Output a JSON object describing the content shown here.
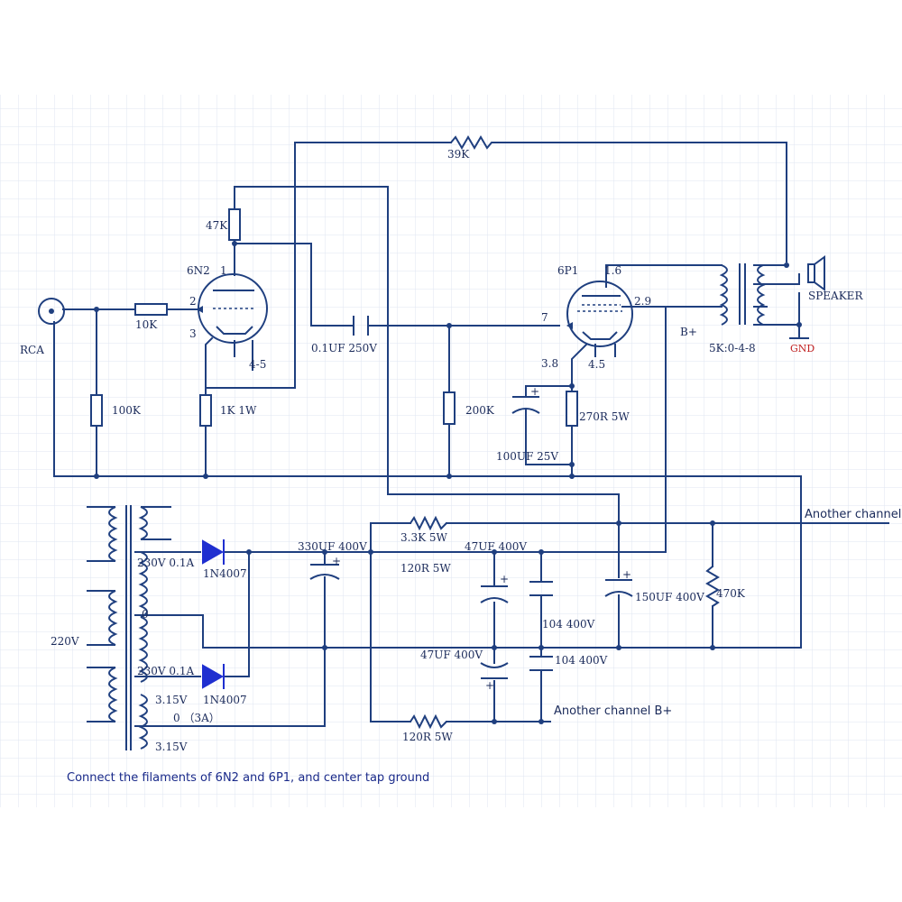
{
  "labels": {
    "r_39k": "39K",
    "r_47k": "47K",
    "tube_6n2": "6N2",
    "pin_1": "1",
    "pin_2": "2",
    "pin_3": "3",
    "pin_45_left": "4-5",
    "rca": "RCA",
    "r_10k": "10K",
    "r_100k": "100K",
    "r_1k": "1K 1W",
    "c_coupling": "0.1UF 250V",
    "r_200k": "200K",
    "tube_6p1": "6P1",
    "pin_16": "1.6",
    "pin_29": "2.9",
    "pin_7": "7",
    "pin_38": "3.8",
    "pin_45_right": "4.5",
    "r_270r": "270R 5W",
    "c_cathode": "100UF 25V",
    "bplus": "B+",
    "ot": "5K:0-4-8",
    "speaker": "SPEAKER",
    "gnd": "GND",
    "another_channel": "Another channel",
    "another_channel_bplus": "Another channel B+",
    "c_330uf": "330UF 400V",
    "r_33k": "3.3K 5W",
    "r_120r_a": "120R 5W",
    "r_120r_b": "120R  5W",
    "c_47uf_a": "47UF 400V",
    "c_47uf_b": "47UF 400V",
    "c_104_a": "104 400V",
    "c_104_b": "104 400V",
    "c_150uf": "150UF 400V",
    "r_470k": "470K",
    "sec_230_a": "230V 0.1A",
    "sec_230_b": "230V 0.1A",
    "diode_a": "1N4007",
    "diode_b": "1N4007",
    "center_tap": "0",
    "fil_315_a": "3.15V",
    "fil_0": "0 （3A）",
    "fil_315_b": "3.15V",
    "primary": "220V",
    "note": "Connect the filaments of 6N2 and 6P1, and center tap ground"
  },
  "colors": {
    "wire": "#1f3f7f",
    "diode": "#1f2fd0",
    "gnd_label": "#c02020",
    "grid": "#dfe6f2"
  }
}
